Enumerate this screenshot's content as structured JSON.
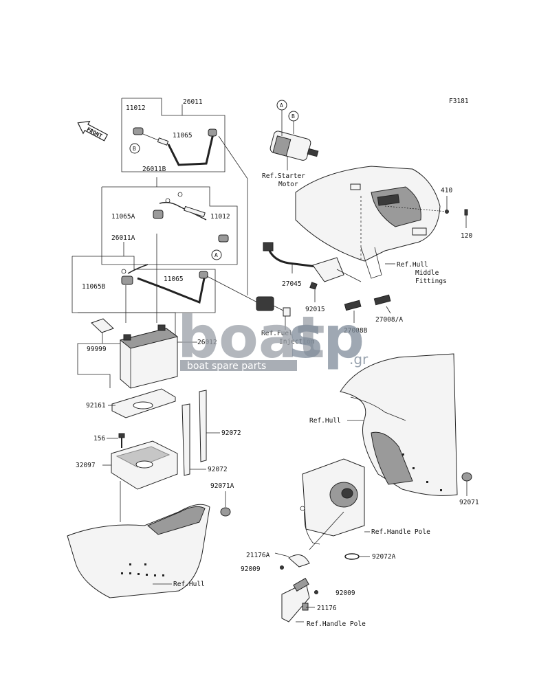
{
  "diagram": {
    "figure_code": "F3181",
    "front_arrow": "FRONT",
    "labels": {
      "26011": "26011",
      "11012_top": "11012",
      "11065_top": "11065",
      "26011B": "26011B",
      "11065A": "11065A",
      "11012_mid": "11012",
      "26011A": "26011A",
      "11065B": "11065B",
      "11065_mid": "11065",
      "99999": "99999",
      "26012": "26012",
      "92161": "92161",
      "156": "156",
      "32097": "32097",
      "92072_a": "92072",
      "92072_b": "92072",
      "92071A": "92071A",
      "ref_starter_1": "Ref.Starter",
      "ref_starter_2": "Motor",
      "410": "410",
      "120": "120",
      "ref_hull_mid_1": "Ref.Hull",
      "ref_hull_mid_2": "Middle",
      "ref_hull_mid_3": "Fittings",
      "27045": "27045",
      "92015": "92015",
      "27008B": "27008B",
      "27008A": "27008/A",
      "ref_fuel_1": "Ref.Fuel",
      "ref_fuel_2": "Injection",
      "ref_hull_right": "Ref.Hull",
      "92071": "92071",
      "ref_handle_pole_1": "Ref.Handle Pole",
      "21176A": "21176A",
      "92009_a": "92009",
      "92072A": "92072A",
      "92009_b": "92009",
      "21176": "21176",
      "ref_handle_pole_2": "Ref.Handle Pole",
      "ref_hull_left": "Ref.Hull"
    },
    "callouts": {
      "A": "A",
      "B": "B"
    }
  },
  "watermark": {
    "brand_left": "boat",
    "brand_right": "sp",
    "suffix": ".gr",
    "tagline": "boat spare parts"
  }
}
